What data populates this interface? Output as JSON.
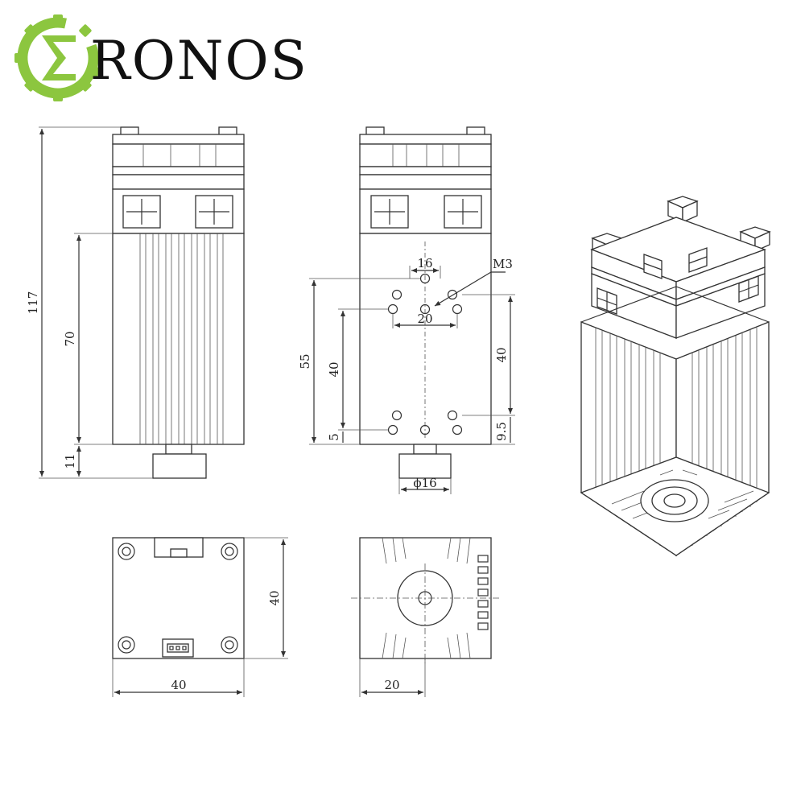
{
  "brand": {
    "name": "RONOS",
    "accent_color": "#8cc63f",
    "logo_icon": "gear-hourglass-icon"
  },
  "views": {
    "side": {
      "dim_total_height": "117",
      "dim_heatsink_height": "70",
      "dim_nozzle_height": "11"
    },
    "front": {
      "dim_top_spacing": "16",
      "dim_mid_spacing": "20",
      "thread_label": "M3",
      "dim_left_outer": "55",
      "dim_left_inner": "40",
      "dim_left_bottom": "5",
      "dim_right_height": "40",
      "dim_right_bottom": "9.5",
      "dim_nozzle_diameter": "ϕ16"
    },
    "top": {
      "dim_width": "40",
      "dim_height": "40"
    },
    "bottom": {
      "dim_half_width": "20"
    }
  }
}
